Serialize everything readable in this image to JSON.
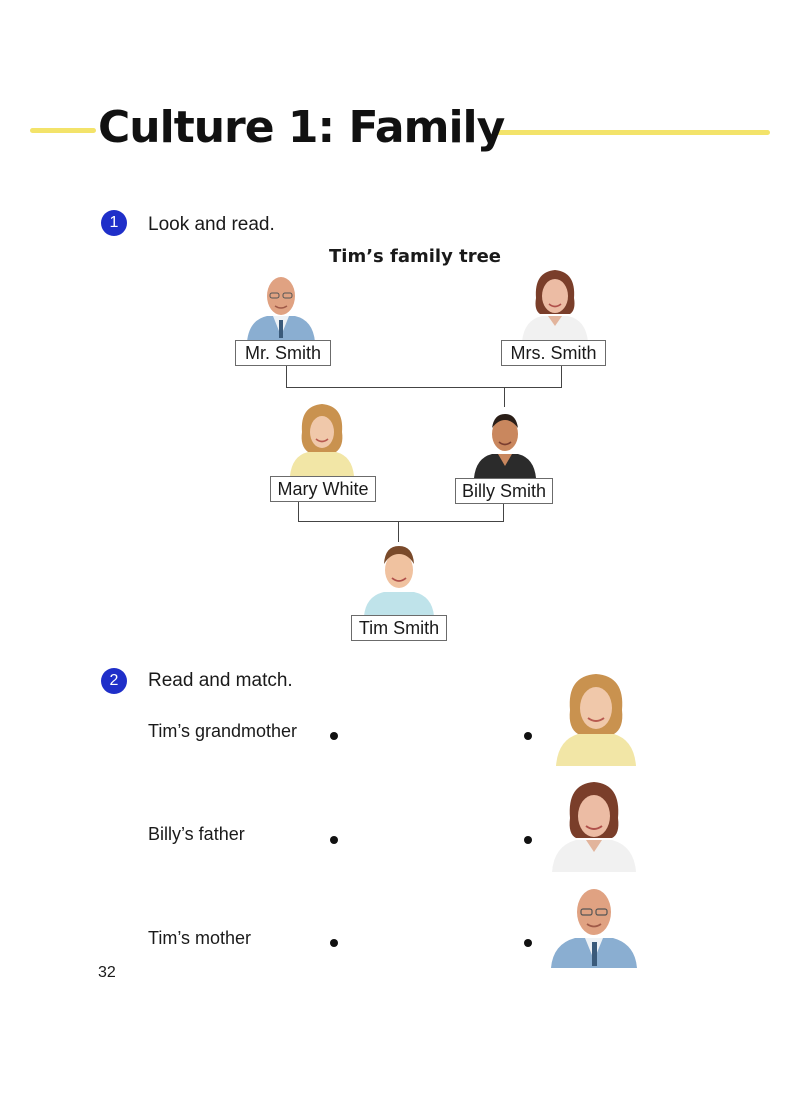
{
  "title": "Culture 1: Family",
  "section1": {
    "number": "1",
    "instruction": "Look and read."
  },
  "family_tree": {
    "title": "Tim’s family tree",
    "members": {
      "mr_smith": "Mr. Smith",
      "mrs_smith": "Mrs. Smith",
      "mary_white": "Mary White",
      "billy_smith": "Billy Smith",
      "tim_smith": "Tim Smith"
    }
  },
  "section2": {
    "number": "2",
    "instruction": "Read and match.",
    "items": [
      "Tim’s grandmother",
      "Billy’s father",
      "Tim’s mother"
    ]
  },
  "page_number": "32",
  "colors": {
    "accent_line": "#f3e36a",
    "number_badge": "#1f2fc9"
  }
}
